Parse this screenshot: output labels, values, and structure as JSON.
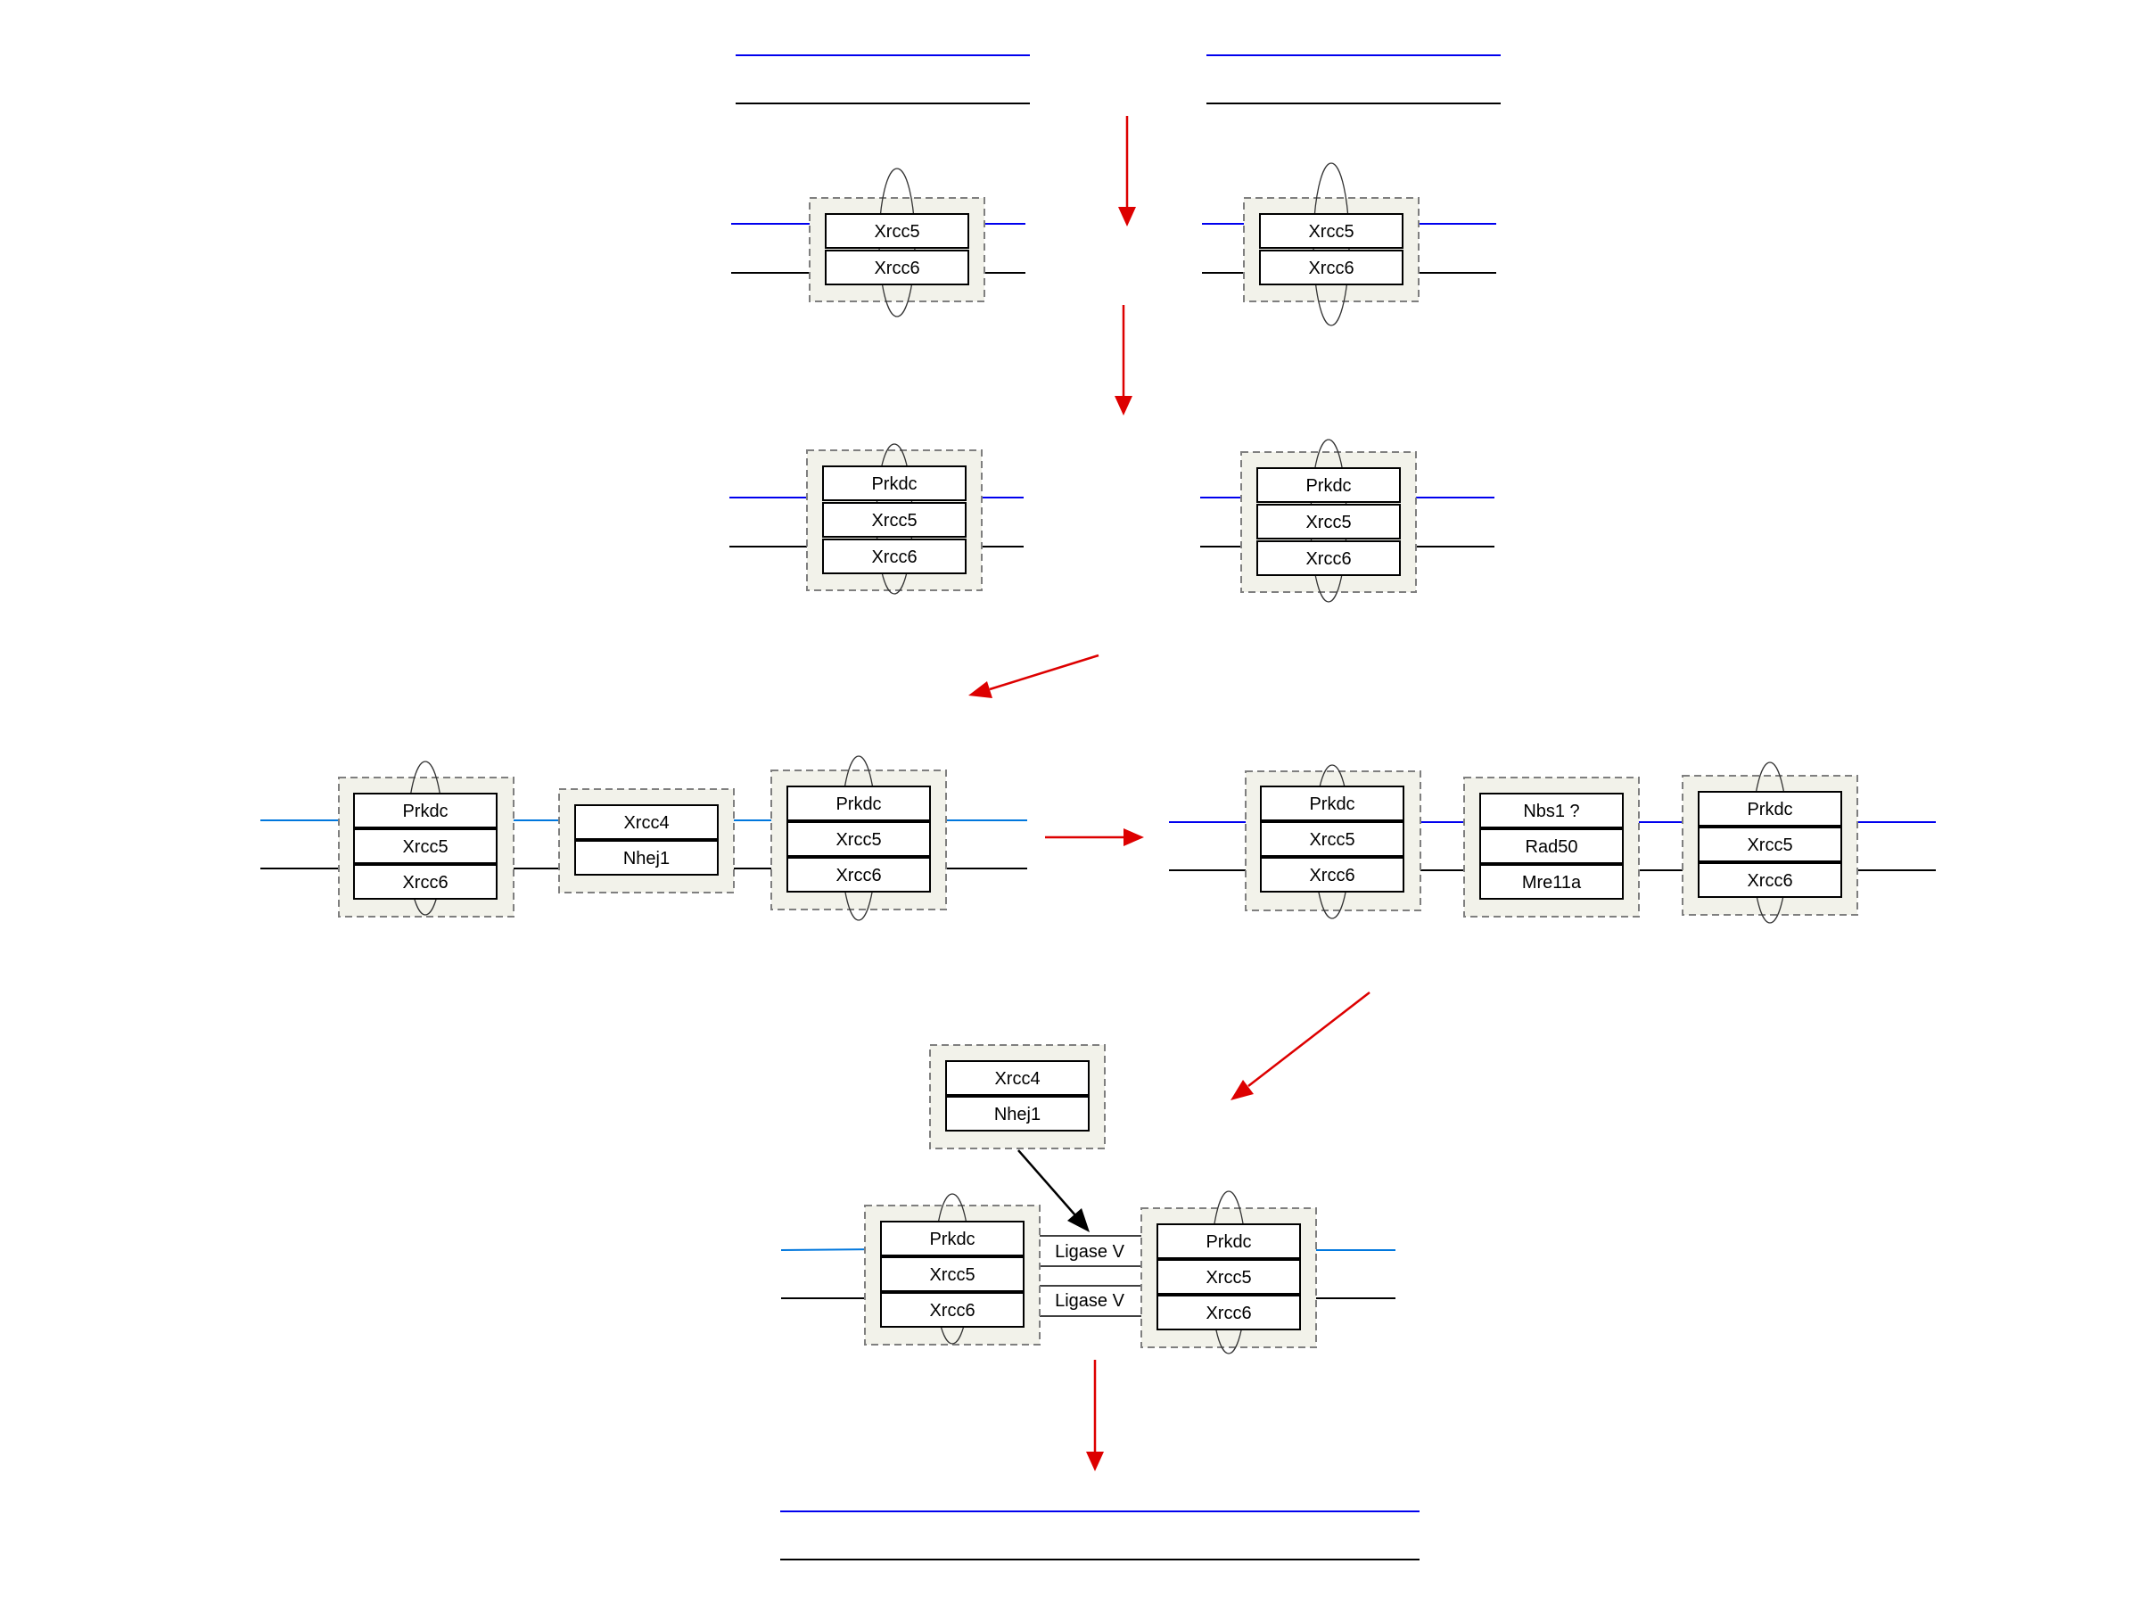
{
  "colors": {
    "strand_top": "#0000ee",
    "strand_top_light": "#0077dd",
    "strand_bottom": "#000000",
    "arrow": "#dd0000",
    "complex_fill": "#f2f2ea"
  },
  "labels": {
    "xrcc5": "Xrcc5",
    "xrcc6": "Xrcc6",
    "prkdc": "Prkdc",
    "xrcc4": "Xrcc4",
    "nhej1": "Nhej1",
    "nbs1": "Nbs1 ?",
    "rad50": "Rad50",
    "mre11a": "Mre11a",
    "ligase": "Ligase V"
  }
}
